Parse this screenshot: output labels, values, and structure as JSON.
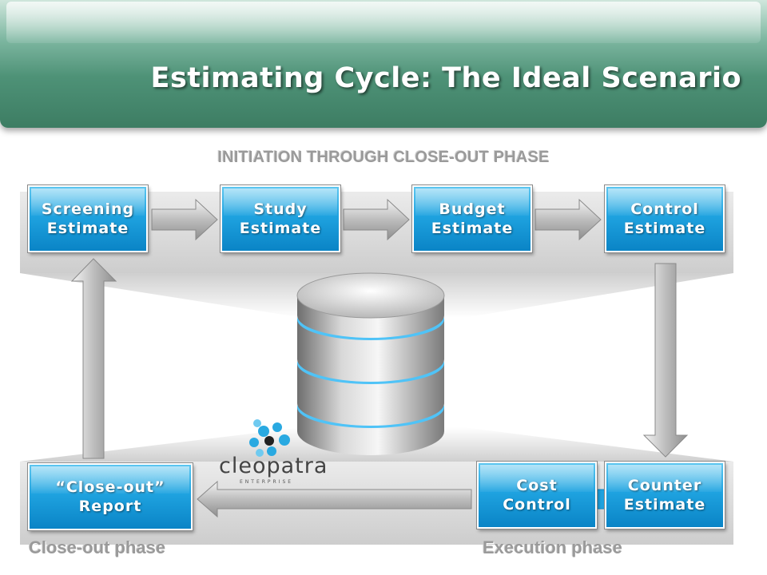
{
  "title": "Estimating Cycle: The Ideal Scenario",
  "phase_heading": "INITIATION THROUGH CLOSE-OUT PHASE",
  "boxes": {
    "screening": "Screening\nEstimate",
    "study": "Study\nEstimate",
    "budget": "Budget\nEstimate",
    "control": "Control\nEstimate",
    "counter": "Counter\nEstimate",
    "cost_control": "Cost\nControl",
    "closeout": "“Close-out”\nReport"
  },
  "phase_labels": {
    "closeout": "Close-out phase",
    "execution": "Execution phase"
  },
  "logo": {
    "name": "cleopatra",
    "sub": "ENTERPRISE"
  },
  "colors": {
    "banner": "#4e9277",
    "box": "#1fa3e0",
    "database_ring": "#4fc3f7"
  }
}
